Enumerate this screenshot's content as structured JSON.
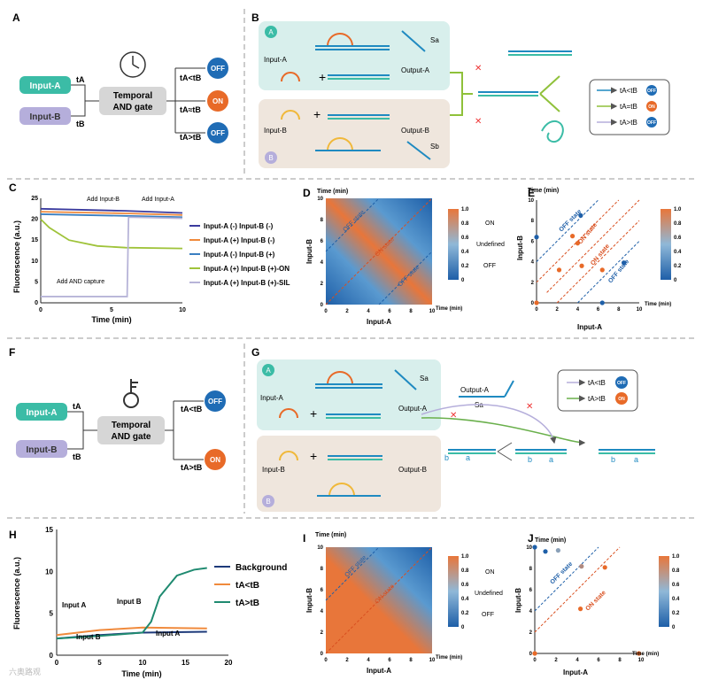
{
  "panels": {
    "A": "A",
    "B": "B",
    "C": "C",
    "D": "D",
    "E": "E",
    "F": "F",
    "G": "G",
    "H": "H",
    "I": "I",
    "J": "J"
  },
  "panelA": {
    "input_a": "Input-A",
    "input_b": "Input-B",
    "t_a": "tA",
    "t_b": "tB",
    "gate": "Temporal",
    "gate2": "AND gate",
    "conds": [
      "tA<tB",
      "tA≈tB",
      "tA>tB"
    ],
    "states": [
      "OFF",
      "ON",
      "OFF"
    ]
  },
  "panelB": {
    "circle_a": "A",
    "circle_b": "B",
    "input_a": "Input-A",
    "input_b": "Input-B",
    "output_a": "Output-A",
    "output_b": "Output-B",
    "sa": "Sa",
    "sb": "Sb",
    "legend": [
      "tA<tB",
      "tA=tB",
      "tA>tB"
    ],
    "legend_states": [
      "OFF",
      "ON",
      "OFF"
    ]
  },
  "panelC": {
    "ylabel": "Fluorescence (a.u.)",
    "xlabel": "Time (min)",
    "annotations": {
      "add_b": "Add Input-B",
      "add_a": "Add Input-A",
      "capture": "Add AND capture"
    },
    "legend": [
      "Input-A (-) Input-B (-)",
      "Input-A (+) Input-B (-)",
      "Input-A (-) Input-B (+)",
      "Input-A (+) Input-B (+)-ON",
      "Input-A (+) Input-B (+)-SIL"
    ],
    "colors": [
      "#3b3b9e",
      "#f08a3c",
      "#3a7fc1",
      "#9fc33a",
      "#b7b4d8"
    ],
    "xticks": [
      "0",
      "5",
      "10"
    ],
    "yticks": [
      "0",
      "5",
      "10",
      "15",
      "20",
      "25"
    ]
  },
  "panelD": {
    "ylabel_top": "Time (min)",
    "xlabel_right": "Time (min)",
    "xlabel": "Input-A",
    "ylabel": "Input-B",
    "ticks": [
      "0",
      "2",
      "4",
      "6",
      "8",
      "10"
    ],
    "labels": [
      "OFF state",
      "ON state",
      "OFF state"
    ],
    "cbar_ticks": [
      "1.0",
      "0.8",
      "0.6",
      "0.4",
      "0.2",
      "0"
    ],
    "cbar_labels": [
      "ON",
      "Undefined",
      "OFF"
    ]
  },
  "panelE": {
    "ylabel_top": "Time (min)",
    "xlabel_right": "Time (min)",
    "xlabel": "Input-A",
    "ylabel": "Input-B",
    "ticks": [
      "0",
      "2",
      "4",
      "6",
      "8",
      "10"
    ],
    "labels": [
      "OFF state",
      "ON state",
      "OFF state"
    ],
    "cbar_ticks": [
      "1.0",
      "0.8",
      "0.6",
      "0.4",
      "0.2",
      "0"
    ]
  },
  "panelF": {
    "input_a": "Input-A",
    "input_b": "Input-B",
    "t_a": "tA",
    "t_b": "tB",
    "gate": "Temporal",
    "gate2": "AND gate",
    "conds": [
      "tA<tB",
      "tA>tB"
    ],
    "states": [
      "OFF",
      "ON"
    ]
  },
  "panelG": {
    "circle_a": "A",
    "circle_b": "B",
    "input_a": "Input-A",
    "input_b": "Input-B",
    "output_a": "Output-A",
    "output_b": "Output-B",
    "sa": "Sa",
    "legend": [
      "tA<tB",
      "tA>tB"
    ],
    "legend_states": [
      "OFF",
      "ON"
    ],
    "domains": [
      "b",
      "a",
      "b",
      "a",
      "b",
      "a"
    ]
  },
  "panelH": {
    "ylabel": "Fluorescence (a.u.)",
    "xlabel": "Time (min)",
    "legend": [
      "Background",
      "tA<tB",
      "tA>tB"
    ],
    "colors": [
      "#1d3a7a",
      "#f08a3c",
      "#1f8a70"
    ],
    "annotations": {
      "input_a1": "Input A",
      "input_b1": "Input B",
      "input_b2": "Input B",
      "input_a2": "Input A"
    },
    "xticks": [
      "0",
      "5",
      "10",
      "15",
      "20"
    ],
    "yticks": [
      "0",
      "5",
      "10",
      "15"
    ]
  },
  "panelI": {
    "ylabel_top": "Time (min)",
    "xlabel_right": "Time (min)",
    "xlabel": "Input-A",
    "ylabel": "Input-B",
    "ticks": [
      "0",
      "2",
      "4",
      "6",
      "8",
      "10"
    ],
    "labels": [
      "OFF state",
      "ON state"
    ],
    "cbar_ticks": [
      "1.0",
      "0.8",
      "0.6",
      "0.4",
      "0.2",
      "0"
    ],
    "cbar_labels": [
      "ON",
      "Undefined",
      "OFF"
    ]
  },
  "panelJ": {
    "ylabel_top": "Time (min)",
    "xlabel_right": "Time (min)",
    "xlabel": "Input-A",
    "ylabel": "Input-B",
    "ticks": [
      "0",
      "2",
      "4",
      "6",
      "8",
      "10"
    ],
    "labels": [
      "OFF state",
      "ON state"
    ],
    "cbar_ticks": [
      "1.0",
      "0.8",
      "0.6",
      "0.4",
      "0.2",
      "0"
    ]
  },
  "watermark": "六奥路观"
}
